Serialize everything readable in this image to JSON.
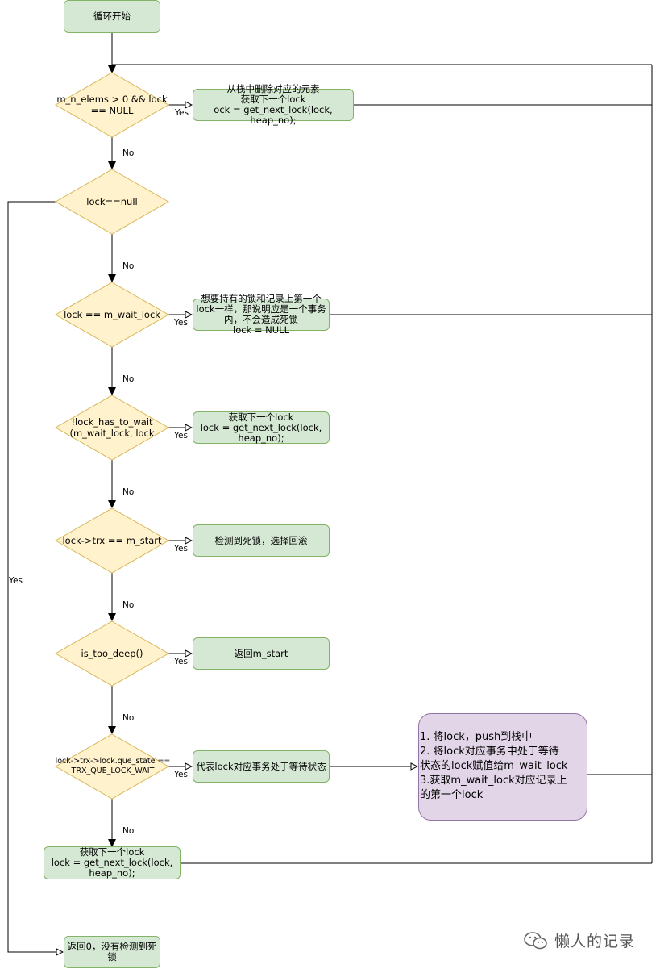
{
  "nodes": {
    "start": "循环开始",
    "d1": "m_n_elems > 0 && lock\n== NULL",
    "a1": "从栈中删除对应的元素\n获取下一个lock\nock = get_next_lock(lock, heap_no);",
    "d2": "lock==null",
    "d3": "lock == m_wait_lock",
    "a3": "想要持有的锁和记录上第一个\nlock一样，那说明应是一个事务\n内，不会造成死锁\nlock = NULL",
    "d4": "!lock_has_to_wait\n(m_wait_lock, lock",
    "a4": "获取下一个lock\nlock = get_next_lock(lock,\nheap_no);",
    "d5": "lock->trx == m_start",
    "a5": "检测到死锁，选择回滚",
    "d6": "is_too_deep()",
    "a6": "返回m_start",
    "d7": "lock->trx->lock.que_state ==\nTRX_QUE_LOCK_WAIT",
    "a7": "代表lock对应事务处于等待状态",
    "p7": "1. 将lock，push到栈中\n2. 将lock对应事务中处于等待\n状态的lock赋值给m_wait_lock\n3.获取m_wait_lock对应记录上\n的第一个lock",
    "a8": "获取下一个lock\nlock = get_next_lock(lock,\nheap_no);",
    "end": "返回0，没有检测到死\n锁"
  },
  "labels": {
    "yes": "Yes",
    "no": "No"
  },
  "watermark": {
    "text": "懒人的记录",
    "icon": "wechat-icon"
  },
  "colors": {
    "green_fill": "#d5e8d4",
    "green_stroke": "#82b366",
    "diamond_fill": "#fff2cc",
    "diamond_stroke": "#d6b656",
    "purple_fill": "#e1d5e7",
    "purple_stroke": "#9673a6"
  }
}
